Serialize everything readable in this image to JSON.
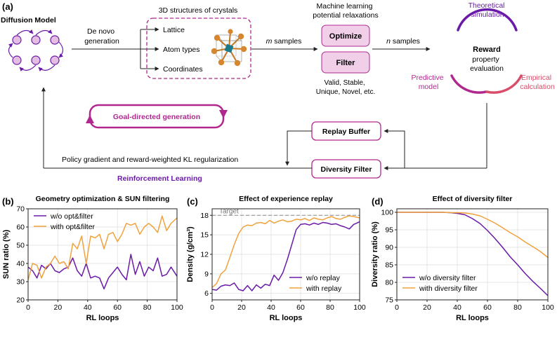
{
  "colors": {
    "purple": "#6a1aa8",
    "magenta": "#b0288e",
    "orange": "#f0a23c",
    "rose": "#d94d6a",
    "node_fill": "#e4bde3",
    "box_fill": "#f2cfe9",
    "grid": "#dddddd"
  },
  "panel_a": {
    "label": "(a)",
    "diffusion_model": "Diffusion Model",
    "de_novo": [
      "De novo",
      "generation"
    ],
    "structures_title": "3D structures of crystals",
    "branches": [
      "Lattice",
      "Atom types",
      "Coordinates"
    ],
    "m_samples_var": "m",
    "samples_word": " samples",
    "n_samples_var": "n",
    "mlp_title": [
      "Machine learning",
      "potential relaxations"
    ],
    "optimize": "Optimize",
    "filter": "Filter",
    "criteria": [
      "Valid, Stable,",
      "Unique, Novel, etc."
    ],
    "reward": "Reward",
    "reward_desc": [
      "property",
      "evaluation"
    ],
    "theoretical": [
      "Theoretical",
      "simulation"
    ],
    "predictive": [
      "Predictive",
      "model"
    ],
    "empirical": [
      "Empirical",
      "calculation"
    ],
    "goal_directed": "Goal-directed generation",
    "replay_buffer": "Replay Buffer",
    "diversity_filter": "Diversity Filter",
    "policy_text": "Policy gradient and reward-weighted KL regularization",
    "rl_label": "Reinforcement Learning"
  },
  "chart_data": [
    {
      "panel": "(b)",
      "type": "line",
      "title": "Geometry optimization & SUN filtering",
      "xlabel": "RL loops",
      "ylabel": "SUN ratio (%)",
      "xlim": [
        0,
        100
      ],
      "ylim": [
        20,
        70
      ],
      "xticks": [
        0,
        20,
        40,
        60,
        80,
        100
      ],
      "yticks": [
        20,
        30,
        40,
        50,
        60,
        70
      ],
      "grid": true,
      "legend": "top-left",
      "series": [
        {
          "name": "w/o opt&filter",
          "color": "#6a1aa8",
          "x": [
            0,
            3,
            6,
            9,
            12,
            15,
            18,
            21,
            24,
            27,
            30,
            33,
            36,
            39,
            42,
            45,
            48,
            51,
            54,
            57,
            60,
            63,
            66,
            69,
            72,
            75,
            78,
            81,
            84,
            87,
            90,
            93,
            96,
            100
          ],
          "y": [
            38,
            36,
            32,
            39,
            37,
            40,
            36,
            35,
            37,
            38,
            43,
            36,
            33,
            40,
            32,
            33,
            32,
            26,
            32,
            35,
            38,
            34,
            31,
            45,
            34,
            41,
            33,
            38,
            36,
            43,
            33,
            34,
            38,
            33
          ]
        },
        {
          "name": "with opt&filter",
          "color": "#f0a23c",
          "x": [
            0,
            3,
            6,
            9,
            12,
            15,
            18,
            21,
            24,
            27,
            30,
            33,
            36,
            39,
            42,
            45,
            48,
            51,
            54,
            57,
            60,
            63,
            66,
            69,
            72,
            75,
            78,
            81,
            84,
            87,
            90,
            93,
            96,
            100
          ],
          "y": [
            31,
            40,
            39,
            32,
            38,
            40,
            44,
            40,
            41,
            37,
            51,
            48,
            55,
            40,
            55,
            54,
            56,
            48,
            56,
            57,
            52,
            56,
            62,
            61,
            62,
            56,
            60,
            62,
            60,
            57,
            66,
            58,
            62,
            65
          ]
        }
      ]
    },
    {
      "panel": "(c)",
      "type": "line",
      "title": "Effect of experience replay",
      "xlabel": "RL loops",
      "ylabel": "Density (g/cm³)",
      "xlim": [
        0,
        100
      ],
      "ylim": [
        5,
        19
      ],
      "xticks": [
        0,
        20,
        40,
        60,
        80,
        100
      ],
      "yticks": [
        6,
        9,
        12,
        15,
        18
      ],
      "target": {
        "label": "Target",
        "value": 18
      },
      "grid": true,
      "legend": "bottom-right",
      "series": [
        {
          "name": "w/o replay",
          "color": "#6a1aa8",
          "x": [
            0,
            3,
            6,
            9,
            12,
            15,
            18,
            21,
            24,
            27,
            30,
            33,
            36,
            39,
            42,
            45,
            48,
            51,
            54,
            57,
            60,
            63,
            66,
            69,
            72,
            75,
            78,
            81,
            84,
            87,
            90,
            93,
            96,
            100
          ],
          "y": [
            6.6,
            6.5,
            7.1,
            7.3,
            7.2,
            7.6,
            6.6,
            6.4,
            7.2,
            6.4,
            7.3,
            6.8,
            7.4,
            7.2,
            8.8,
            8.0,
            9.2,
            11.2,
            13.5,
            15.8,
            16.6,
            16.7,
            16.5,
            16.8,
            16.6,
            16.9,
            16.8,
            16.6,
            16.7,
            16.4,
            16.2,
            15.9,
            16.6,
            17.0
          ]
        },
        {
          "name": "with replay",
          "color": "#f0a23c",
          "x": [
            0,
            3,
            6,
            9,
            12,
            15,
            18,
            21,
            24,
            27,
            30,
            33,
            36,
            39,
            42,
            45,
            48,
            51,
            54,
            57,
            60,
            63,
            66,
            69,
            72,
            75,
            78,
            81,
            84,
            87,
            90,
            93,
            96,
            100
          ],
          "y": [
            6.9,
            7.5,
            9.0,
            9.6,
            11.5,
            13.5,
            15.2,
            16.2,
            16.5,
            16.4,
            16.8,
            16.9,
            16.7,
            17.2,
            16.8,
            17.1,
            17.3,
            17.0,
            17.1,
            17.4,
            17.3,
            17.5,
            17.2,
            17.6,
            17.4,
            17.3,
            17.6,
            17.8,
            17.5,
            17.4,
            17.7,
            17.9,
            17.8,
            17.6
          ]
        }
      ]
    },
    {
      "panel": "(d)",
      "type": "line",
      "title": "Effect of diversity filter",
      "xlabel": "RL loops",
      "ylabel": "Diversity ratio (%)",
      "xlim": [
        0,
        100
      ],
      "ylim": [
        75,
        101
      ],
      "xticks": [
        0,
        20,
        40,
        60,
        80,
        100
      ],
      "yticks": [
        75,
        80,
        85,
        90,
        95,
        100
      ],
      "grid": true,
      "legend": "bottom-left",
      "series": [
        {
          "name": "w/o diversity filter",
          "color": "#6a1aa8",
          "x": [
            0,
            10,
            20,
            30,
            35,
            40,
            45,
            50,
            55,
            60,
            65,
            70,
            75,
            80,
            85,
            90,
            95,
            100
          ],
          "y": [
            100,
            100,
            100,
            100,
            99.9,
            99.7,
            99.3,
            98.2,
            96.8,
            94.8,
            92.5,
            90.0,
            87.3,
            85.0,
            82.5,
            80.3,
            78.3,
            76.2
          ]
        },
        {
          "name": "with diversity filter",
          "color": "#f0a23c",
          "x": [
            0,
            10,
            20,
            30,
            35,
            40,
            45,
            50,
            55,
            60,
            65,
            70,
            75,
            80,
            85,
            90,
            95,
            100
          ],
          "y": [
            100,
            100,
            100,
            100,
            99.9,
            99.9,
            99.8,
            99.5,
            99.0,
            98.0,
            96.9,
            95.6,
            94.2,
            93.0,
            91.5,
            90.2,
            88.8,
            87.1
          ]
        }
      ]
    }
  ]
}
